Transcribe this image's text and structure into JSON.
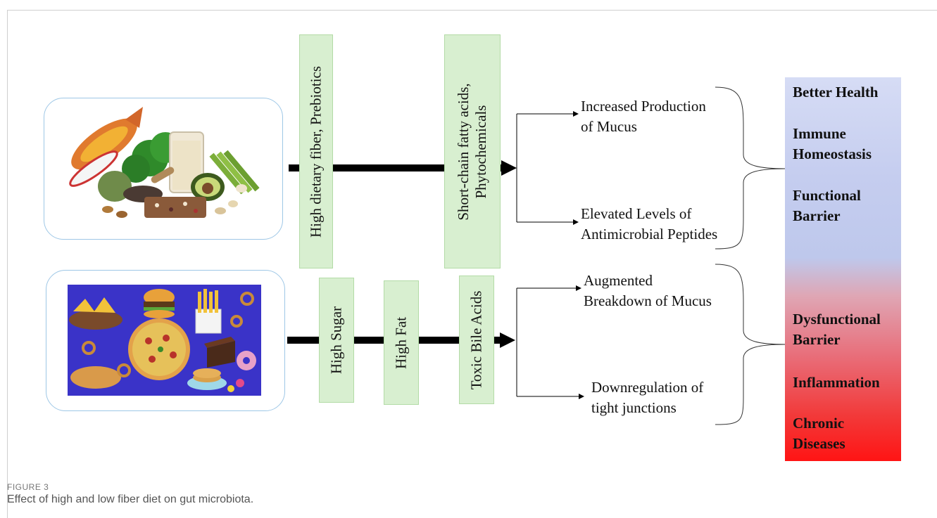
{
  "row_top": {
    "factors": [
      "High dietary fiber, Prebiotics",
      "Short-chain fatty acids,\nPhytochemicals"
    ],
    "outcomes": [
      [
        "Increased Production",
        "of Mucus"
      ],
      [
        "Elevated Levels of",
        "Antimicrobial Peptides"
      ]
    ]
  },
  "row_bottom": {
    "factors": [
      "High Sugar",
      "High Fat",
      "Toxic Bile Acids"
    ],
    "outcomes": [
      [
        "Augmented",
        "Breakdown of Mucus"
      ],
      [
        "Downregulation of",
        "tight junctions"
      ]
    ]
  },
  "gradient_bar": {
    "labels": [
      [
        "Better Health"
      ],
      [
        "Immune",
        "Homeostasis"
      ],
      [
        "Functional",
        "Barrier"
      ],
      [
        "Dysfunctional",
        "Barrier"
      ],
      [
        "Inflammation"
      ],
      [
        "Chronic",
        "Diseases"
      ]
    ]
  },
  "caption": {
    "label": "FIGURE 3",
    "text": "Effect of high and low fiber diet on gut microbiota."
  }
}
